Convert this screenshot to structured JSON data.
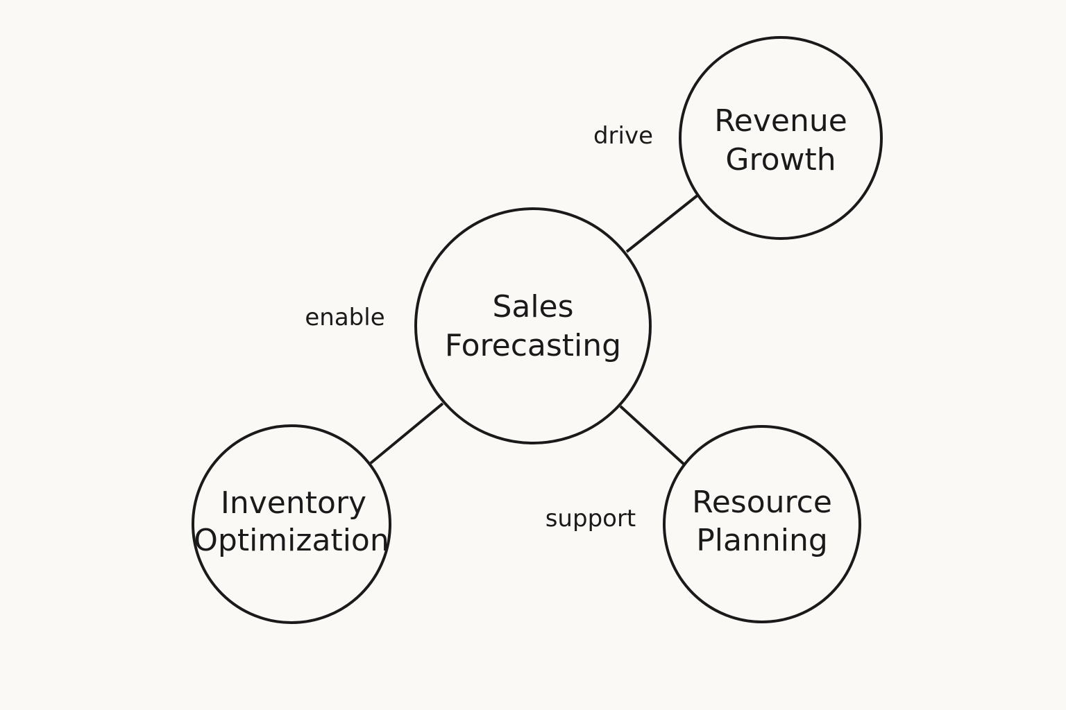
{
  "colors": {
    "background": "#faf9f6",
    "stroke": "#1a1a1a",
    "text": "#1a1a1a"
  },
  "nodes": {
    "center": {
      "line1": "Sales",
      "line2": "Forecasting"
    },
    "revenue": {
      "line1": "Revenue",
      "line2": "Growth"
    },
    "inventory": {
      "line1": "Inventory",
      "line2": "Optimization"
    },
    "resource": {
      "line1": "Resource",
      "line2": "Planning"
    }
  },
  "edges": {
    "drive": "drive",
    "enable": "enable",
    "support": "support"
  }
}
